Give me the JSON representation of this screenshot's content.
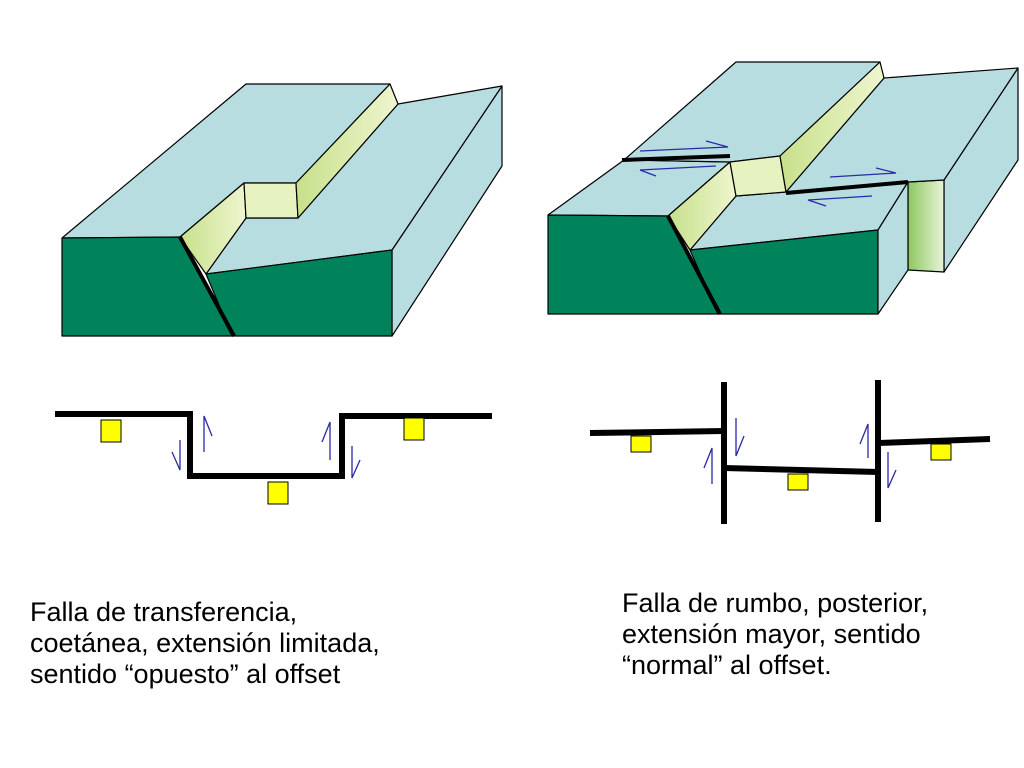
{
  "colors": {
    "top_face": "#b8dde1",
    "front_face": "#00825a",
    "fault_scarp": "#dceea8",
    "fault_line": "#000000",
    "marker": "#ffff00",
    "arrow": "#2a2aa8"
  },
  "captions": {
    "left": {
      "line1": "Falla de transferencia,",
      "line2": "coetánea, extensión limitada,",
      "line3": "sentido “opuesto” al offset"
    },
    "right": {
      "line1": "Falla de rumbo, posterior,",
      "line2": "extensión mayor, sentido",
      "line3": "“normal” al offset."
    }
  }
}
